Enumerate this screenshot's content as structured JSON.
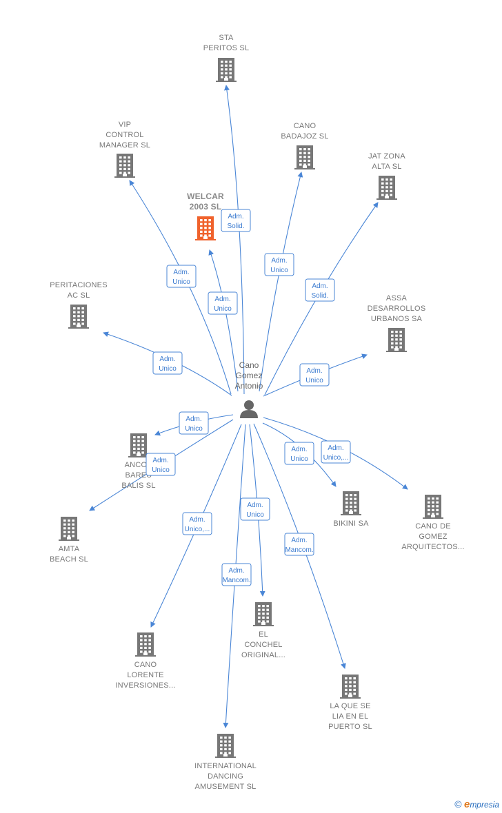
{
  "center": {
    "lines": [
      "Cano",
      "Gomez",
      "Antonio"
    ],
    "icon": "person-icon",
    "color": "#666666"
  },
  "colors": {
    "edge": "#4a86d6",
    "building": "#777777",
    "focus_building": "#f0622c",
    "label": "#777777"
  },
  "nodes": [
    {
      "id": "sta-peritos",
      "lines": [
        "STA",
        "PERITOS SL"
      ],
      "focus": false
    },
    {
      "id": "vip-control",
      "lines": [
        "VIP",
        "CONTROL",
        "MANAGER  SL"
      ],
      "focus": false
    },
    {
      "id": "cano-badajoz",
      "lines": [
        "CANO",
        "BADAJOZ SL"
      ],
      "focus": false
    },
    {
      "id": "jat-zona",
      "lines": [
        "JAT ZONA",
        "ALTA  SL"
      ],
      "focus": false
    },
    {
      "id": "welcar",
      "lines": [
        "WELCAR",
        "2003  SL"
      ],
      "focus": true
    },
    {
      "id": "peritaciones",
      "lines": [
        "PERITACIONES",
        "AC SL"
      ],
      "focus": false
    },
    {
      "id": "assa",
      "lines": [
        "ASSA",
        "DESARROLLOS",
        "URBANOS SA"
      ],
      "focus": false
    },
    {
      "id": "ancor",
      "lines": [
        "ANCOR",
        "BAREU",
        "BALIS SL"
      ],
      "focus": false
    },
    {
      "id": "amta",
      "lines": [
        "AMTA",
        "BEACH  SL"
      ],
      "focus": false
    },
    {
      "id": "bikini",
      "lines": [
        "BIKINI SA"
      ],
      "focus": false
    },
    {
      "id": "cano-gomez-arq",
      "lines": [
        "CANO DE",
        "GOMEZ",
        "ARQUITECTOS..."
      ],
      "focus": false
    },
    {
      "id": "el-conchel",
      "lines": [
        "EL",
        "CONCHEL",
        "ORIGINAL..."
      ],
      "focus": false
    },
    {
      "id": "cano-lorente",
      "lines": [
        "CANO",
        "LORENTE",
        "INVERSIONES..."
      ],
      "focus": false
    },
    {
      "id": "la-que-se-lia",
      "lines": [
        "LA QUE SE",
        "LIA EN EL",
        "PUERTO  SL"
      ],
      "focus": false
    },
    {
      "id": "international",
      "lines": [
        "INTERNATIONAL",
        "DANCING",
        "AMUSEMENT SL"
      ],
      "focus": false
    }
  ],
  "edges": [
    {
      "target": "sta-peritos",
      "lines": [
        "Adm.",
        "Solid."
      ]
    },
    {
      "target": "vip-control",
      "lines": [
        "Adm.",
        "Unico"
      ]
    },
    {
      "target": "cano-badajoz",
      "lines": [
        "Adm.",
        "Unico"
      ]
    },
    {
      "target": "jat-zona",
      "lines": [
        "Adm.",
        "Solid."
      ]
    },
    {
      "target": "welcar",
      "lines": [
        "Adm.",
        "Unico"
      ]
    },
    {
      "target": "peritaciones",
      "lines": [
        "Adm.",
        "Unico"
      ]
    },
    {
      "target": "assa",
      "lines": [
        "Adm.",
        "Unico"
      ]
    },
    {
      "target": "ancor",
      "lines": [
        "Adm.",
        "Unico"
      ]
    },
    {
      "target": "amta",
      "lines": [
        "Adm.",
        "Unico"
      ]
    },
    {
      "target": "bikini",
      "lines": [
        "Adm.",
        "Unico"
      ]
    },
    {
      "target": "cano-gomez-arq",
      "lines": [
        "Adm.",
        "Unico,..."
      ]
    },
    {
      "target": "el-conchel",
      "lines": [
        "Adm.",
        "Unico"
      ]
    },
    {
      "target": "cano-lorente",
      "lines": [
        "Adm.",
        "Unico,..."
      ]
    },
    {
      "target": "la-que-se-lia",
      "lines": [
        "Adm.",
        "Mancom."
      ]
    },
    {
      "target": "international",
      "lines": [
        "Adm.",
        "Mancom."
      ]
    }
  ],
  "footer": {
    "copyright": "©",
    "brand_first": "e",
    "brand_rest": "mpresia"
  }
}
